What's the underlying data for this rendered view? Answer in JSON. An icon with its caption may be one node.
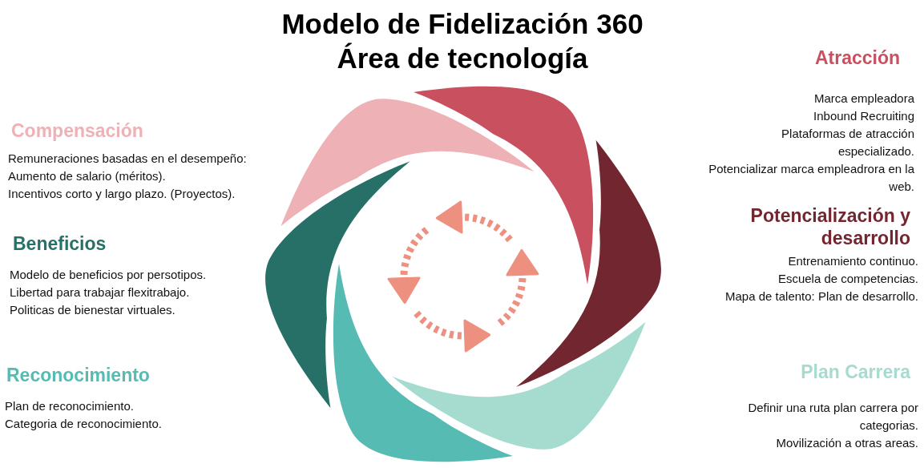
{
  "diagram": {
    "title": "Modelo de Fidelización 360 Área de tecnología",
    "labels": [
      "Atracción",
      "Marca empleadora",
      "Inbound Recruiting",
      "Plataformas de atracción especializado.",
      "Potencializar marca empleadrora en la web.",
      "Compensación",
      "Remuneraciones basadas en el desempeño:",
      "Aumento de salario (méritos).",
      "Incentivos corto y largo plazo. (Proyectos).",
      "Beneficios",
      "Modelo de beneficios por persotipos.",
      "Libertad para trabajar flexitrabajo.",
      "Politicas de bienestar virtuales.",
      "Potencialización y desarrollo",
      "Entrenamiento continuo.",
      "Escuela de competencias.",
      "Mapa de talento: Plan de desarrollo.",
      "Reconocimiento",
      "Plan de reconocimiento.",
      "Categoria de reconocimiento.",
      "Plan Carrera",
      "Definir una ruta plan carrera por categorias.",
      "Movilización a otras areas."
    ]
  }
}
